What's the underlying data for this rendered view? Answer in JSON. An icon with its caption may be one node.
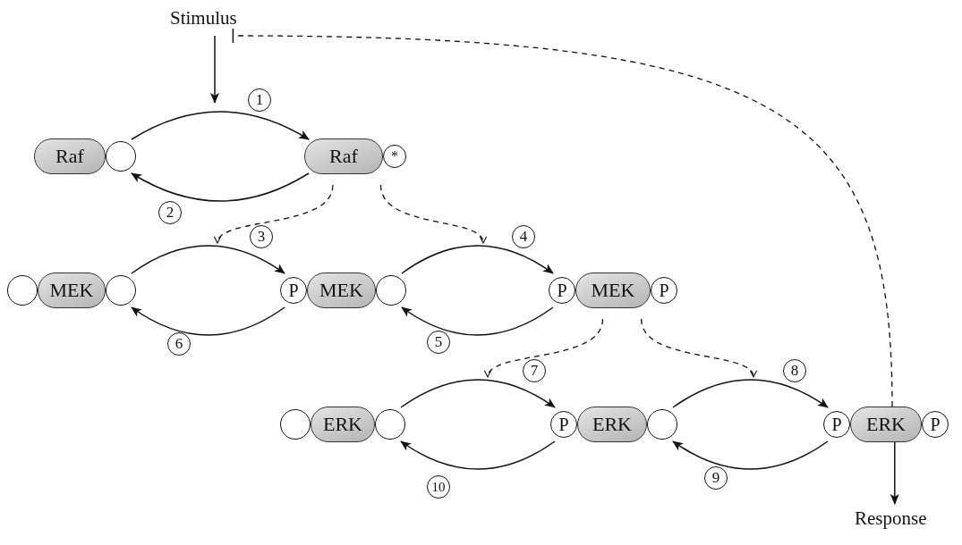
{
  "diagram": {
    "nodes": [
      {
        "text": [
          "Stimulus"
        ]
      },
      {
        "text": [
          "Raf"
        ]
      },
      {
        "text": [
          "Raf",
          "*"
        ]
      },
      {
        "text": [
          "MEK"
        ]
      },
      {
        "text": [
          "P",
          "MEK"
        ]
      },
      {
        "text": [
          "P",
          "MEK",
          "P"
        ]
      },
      {
        "text": [
          "ERK"
        ]
      },
      {
        "text": [
          "P",
          "ERK"
        ]
      },
      {
        "text": [
          "P",
          "ERK",
          "P"
        ]
      },
      {
        "text": [
          "Response"
        ]
      },
      {
        "text": [
          "1"
        ]
      },
      {
        "text": [
          "2"
        ]
      },
      {
        "text": [
          "3"
        ]
      },
      {
        "text": [
          "4"
        ]
      },
      {
        "text": [
          "6"
        ]
      },
      {
        "text": [
          "5"
        ]
      },
      {
        "text": [
          "7"
        ]
      },
      {
        "text": [
          "8"
        ]
      },
      {
        "text": [
          "10"
        ]
      },
      {
        "text": [
          "9"
        ]
      }
    ],
    "edges": [
      {
        "from": 0,
        "to": null,
        "arrow": "to"
      },
      {
        "from": 1,
        "to": 2,
        "arrow": "to"
      },
      {
        "from": 2,
        "to": 1,
        "arrow": "to"
      },
      {
        "from": 2,
        "to": null,
        "arrow": "to",
        "style": "dashed"
      },
      {
        "from": 2,
        "to": null,
        "arrow": "to",
        "style": "dashed"
      },
      {
        "from": 3,
        "to": 4,
        "arrow": "to"
      },
      {
        "from": 4,
        "to": 5,
        "arrow": "to"
      },
      {
        "from": 5,
        "to": 4,
        "arrow": "to"
      },
      {
        "from": 4,
        "to": 3,
        "arrow": "to"
      },
      {
        "from": 5,
        "to": null,
        "arrow": "to",
        "style": "dashed"
      },
      {
        "from": 5,
        "to": null,
        "arrow": "to",
        "style": "dashed"
      },
      {
        "from": 6,
        "to": 7,
        "arrow": "to"
      },
      {
        "from": 7,
        "to": 8,
        "arrow": "to"
      },
      {
        "from": 8,
        "to": 7,
        "arrow": "to"
      },
      {
        "from": 7,
        "to": 6,
        "arrow": "to"
      },
      {
        "from": 8,
        "to": 9,
        "arrow": "to"
      },
      {
        "from": 8,
        "to": 0,
        "arrow": "other",
        "style": "dashed"
      }
    ]
  }
}
